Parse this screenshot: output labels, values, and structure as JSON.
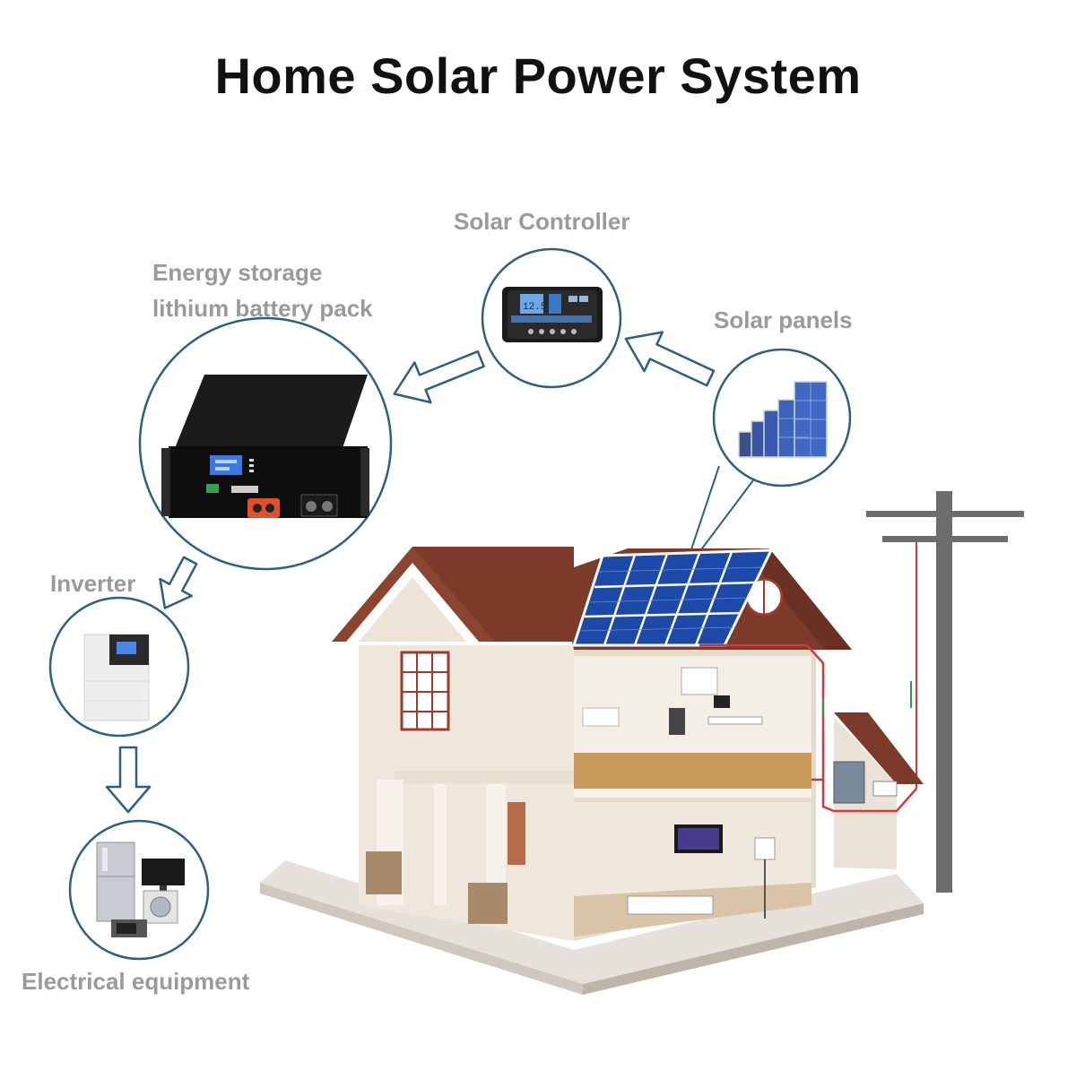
{
  "title": "Home Solar Power System",
  "labels": {
    "solar_controller": "Solar Controller",
    "battery_line1": "Energy storage",
    "battery_line2": "lithium battery pack",
    "solar_panels": "Solar panels",
    "inverter": "Inverter",
    "electrical_equipment": "Electrical equipment"
  },
  "controller_display": "12.5",
  "colors": {
    "circle_stroke": "#2f5f80",
    "label_gray": "#9a9a9a",
    "roof_brown": "#7b3a2a",
    "panel_blue": "#1d4aa8",
    "wire_red": "#d23a3a",
    "wall_cream": "#efe7dc"
  }
}
